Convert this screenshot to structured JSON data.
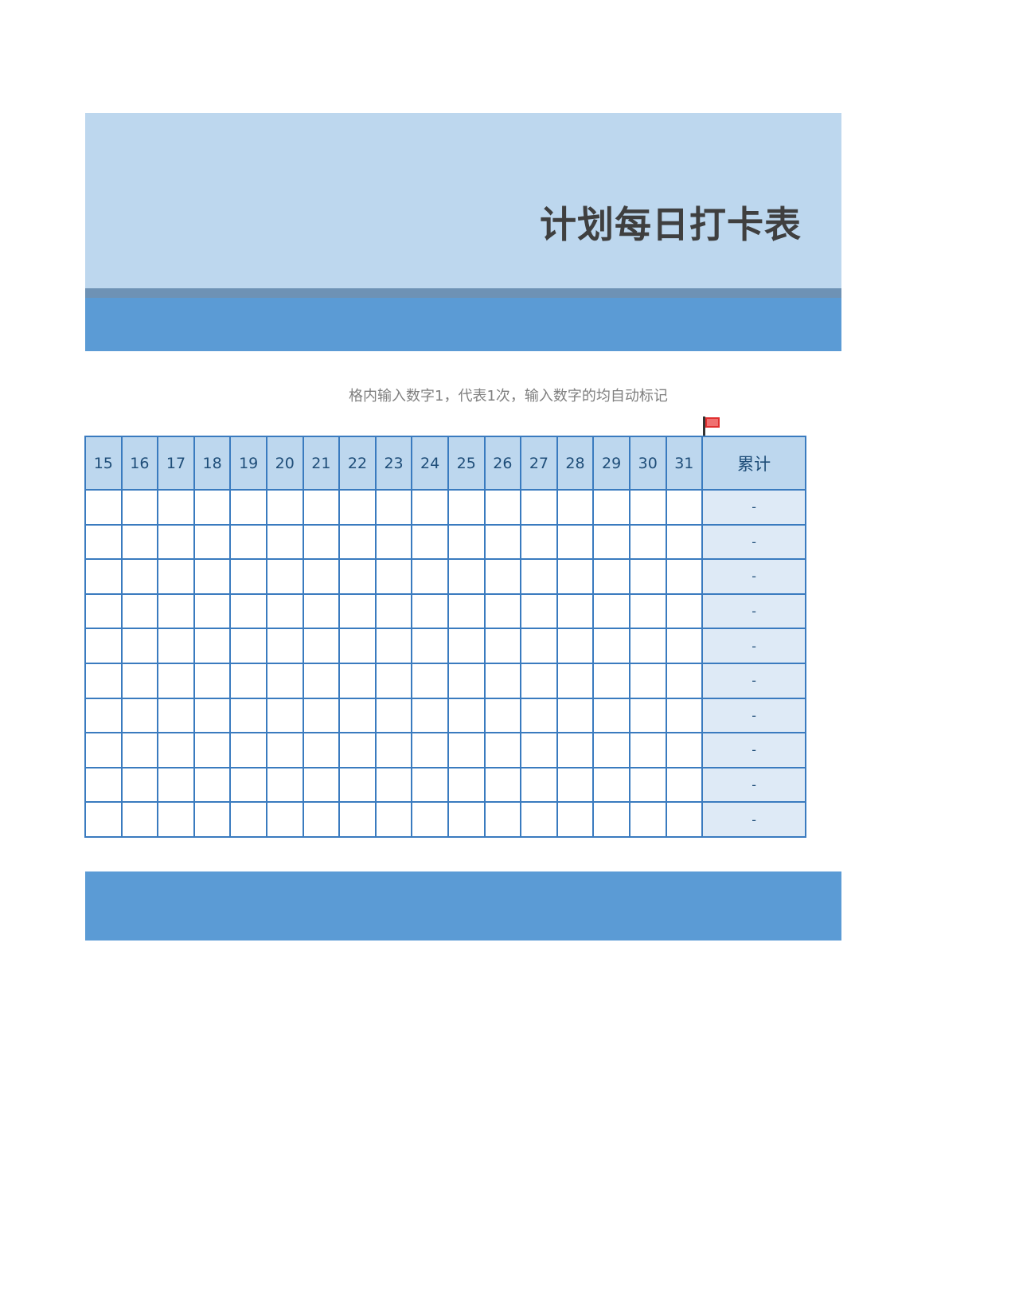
{
  "header": {
    "title": "计划每日打卡表"
  },
  "instruction": "格内输入数字1，代表1次，输入数字的均自动标记",
  "flag_icon": "red-flag-icon",
  "table": {
    "columns": [
      "15",
      "16",
      "17",
      "18",
      "19",
      "20",
      "21",
      "22",
      "23",
      "24",
      "25",
      "26",
      "27",
      "28",
      "29",
      "30",
      "31"
    ],
    "total_header": "累计",
    "rows": [
      {
        "cells": [
          "",
          "",
          "",
          "",
          "",
          "",
          "",
          "",
          "",
          "",
          "",
          "",
          "",
          "",
          "",
          "",
          ""
        ],
        "total": "-"
      },
      {
        "cells": [
          "",
          "",
          "",
          "",
          "",
          "",
          "",
          "",
          "",
          "",
          "",
          "",
          "",
          "",
          "",
          "",
          ""
        ],
        "total": "-"
      },
      {
        "cells": [
          "",
          "",
          "",
          "",
          "",
          "",
          "",
          "",
          "",
          "",
          "",
          "",
          "",
          "",
          "",
          "",
          ""
        ],
        "total": "-"
      },
      {
        "cells": [
          "",
          "",
          "",
          "",
          "",
          "",
          "",
          "",
          "",
          "",
          "",
          "",
          "",
          "",
          "",
          "",
          ""
        ],
        "total": "-"
      },
      {
        "cells": [
          "",
          "",
          "",
          "",
          "",
          "",
          "",
          "",
          "",
          "",
          "",
          "",
          "",
          "",
          "",
          "",
          ""
        ],
        "total": "-"
      },
      {
        "cells": [
          "",
          "",
          "",
          "",
          "",
          "",
          "",
          "",
          "",
          "",
          "",
          "",
          "",
          "",
          "",
          "",
          ""
        ],
        "total": "-"
      },
      {
        "cells": [
          "",
          "",
          "",
          "",
          "",
          "",
          "",
          "",
          "",
          "",
          "",
          "",
          "",
          "",
          "",
          "",
          ""
        ],
        "total": "-"
      },
      {
        "cells": [
          "",
          "",
          "",
          "",
          "",
          "",
          "",
          "",
          "",
          "",
          "",
          "",
          "",
          "",
          "",
          "",
          ""
        ],
        "total": "-"
      },
      {
        "cells": [
          "",
          "",
          "",
          "",
          "",
          "",
          "",
          "",
          "",
          "",
          "",
          "",
          "",
          "",
          "",
          "",
          ""
        ],
        "total": "-"
      },
      {
        "cells": [
          "",
          "",
          "",
          "",
          "",
          "",
          "",
          "",
          "",
          "",
          "",
          "",
          "",
          "",
          "",
          "",
          ""
        ],
        "total": "-"
      }
    ]
  },
  "colors": {
    "header_light": "#BDD7EE",
    "strip": "#6E92B5",
    "band_blue": "#5B9BD5",
    "grid_border": "#3A7BBF",
    "total_cell": "#DEEAF6",
    "header_text": "#1F4E79",
    "title_text": "#3F3F3F",
    "flag_red": "#E03030"
  }
}
